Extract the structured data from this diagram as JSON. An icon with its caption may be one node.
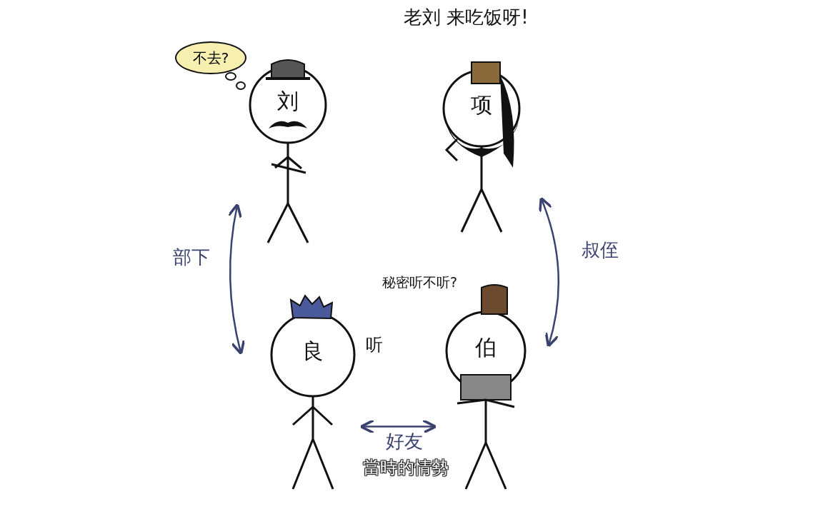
{
  "diagram": {
    "caption": "當時的情勢",
    "nodes": [
      {
        "text": [
          "不去?"
        ]
      },
      {
        "text": [
          "刘"
        ]
      },
      {
        "text": [
          "项"
        ],
        "beside": [
          "老刘 来吃饭呀!"
        ]
      },
      {
        "text": [
          "良"
        ],
        "beside": [
          "听"
        ]
      },
      {
        "text": [
          "伯"
        ],
        "beside": [
          "秘密听不听?"
        ]
      }
    ],
    "edges": [
      {
        "from": 1,
        "to": 3,
        "arrow": "both",
        "label": "部下"
      },
      {
        "from": 2,
        "to": 4,
        "arrow": "both",
        "label": "叔侄"
      },
      {
        "from": 3,
        "to": 4,
        "arrow": "both",
        "label": "好友"
      }
    ]
  }
}
